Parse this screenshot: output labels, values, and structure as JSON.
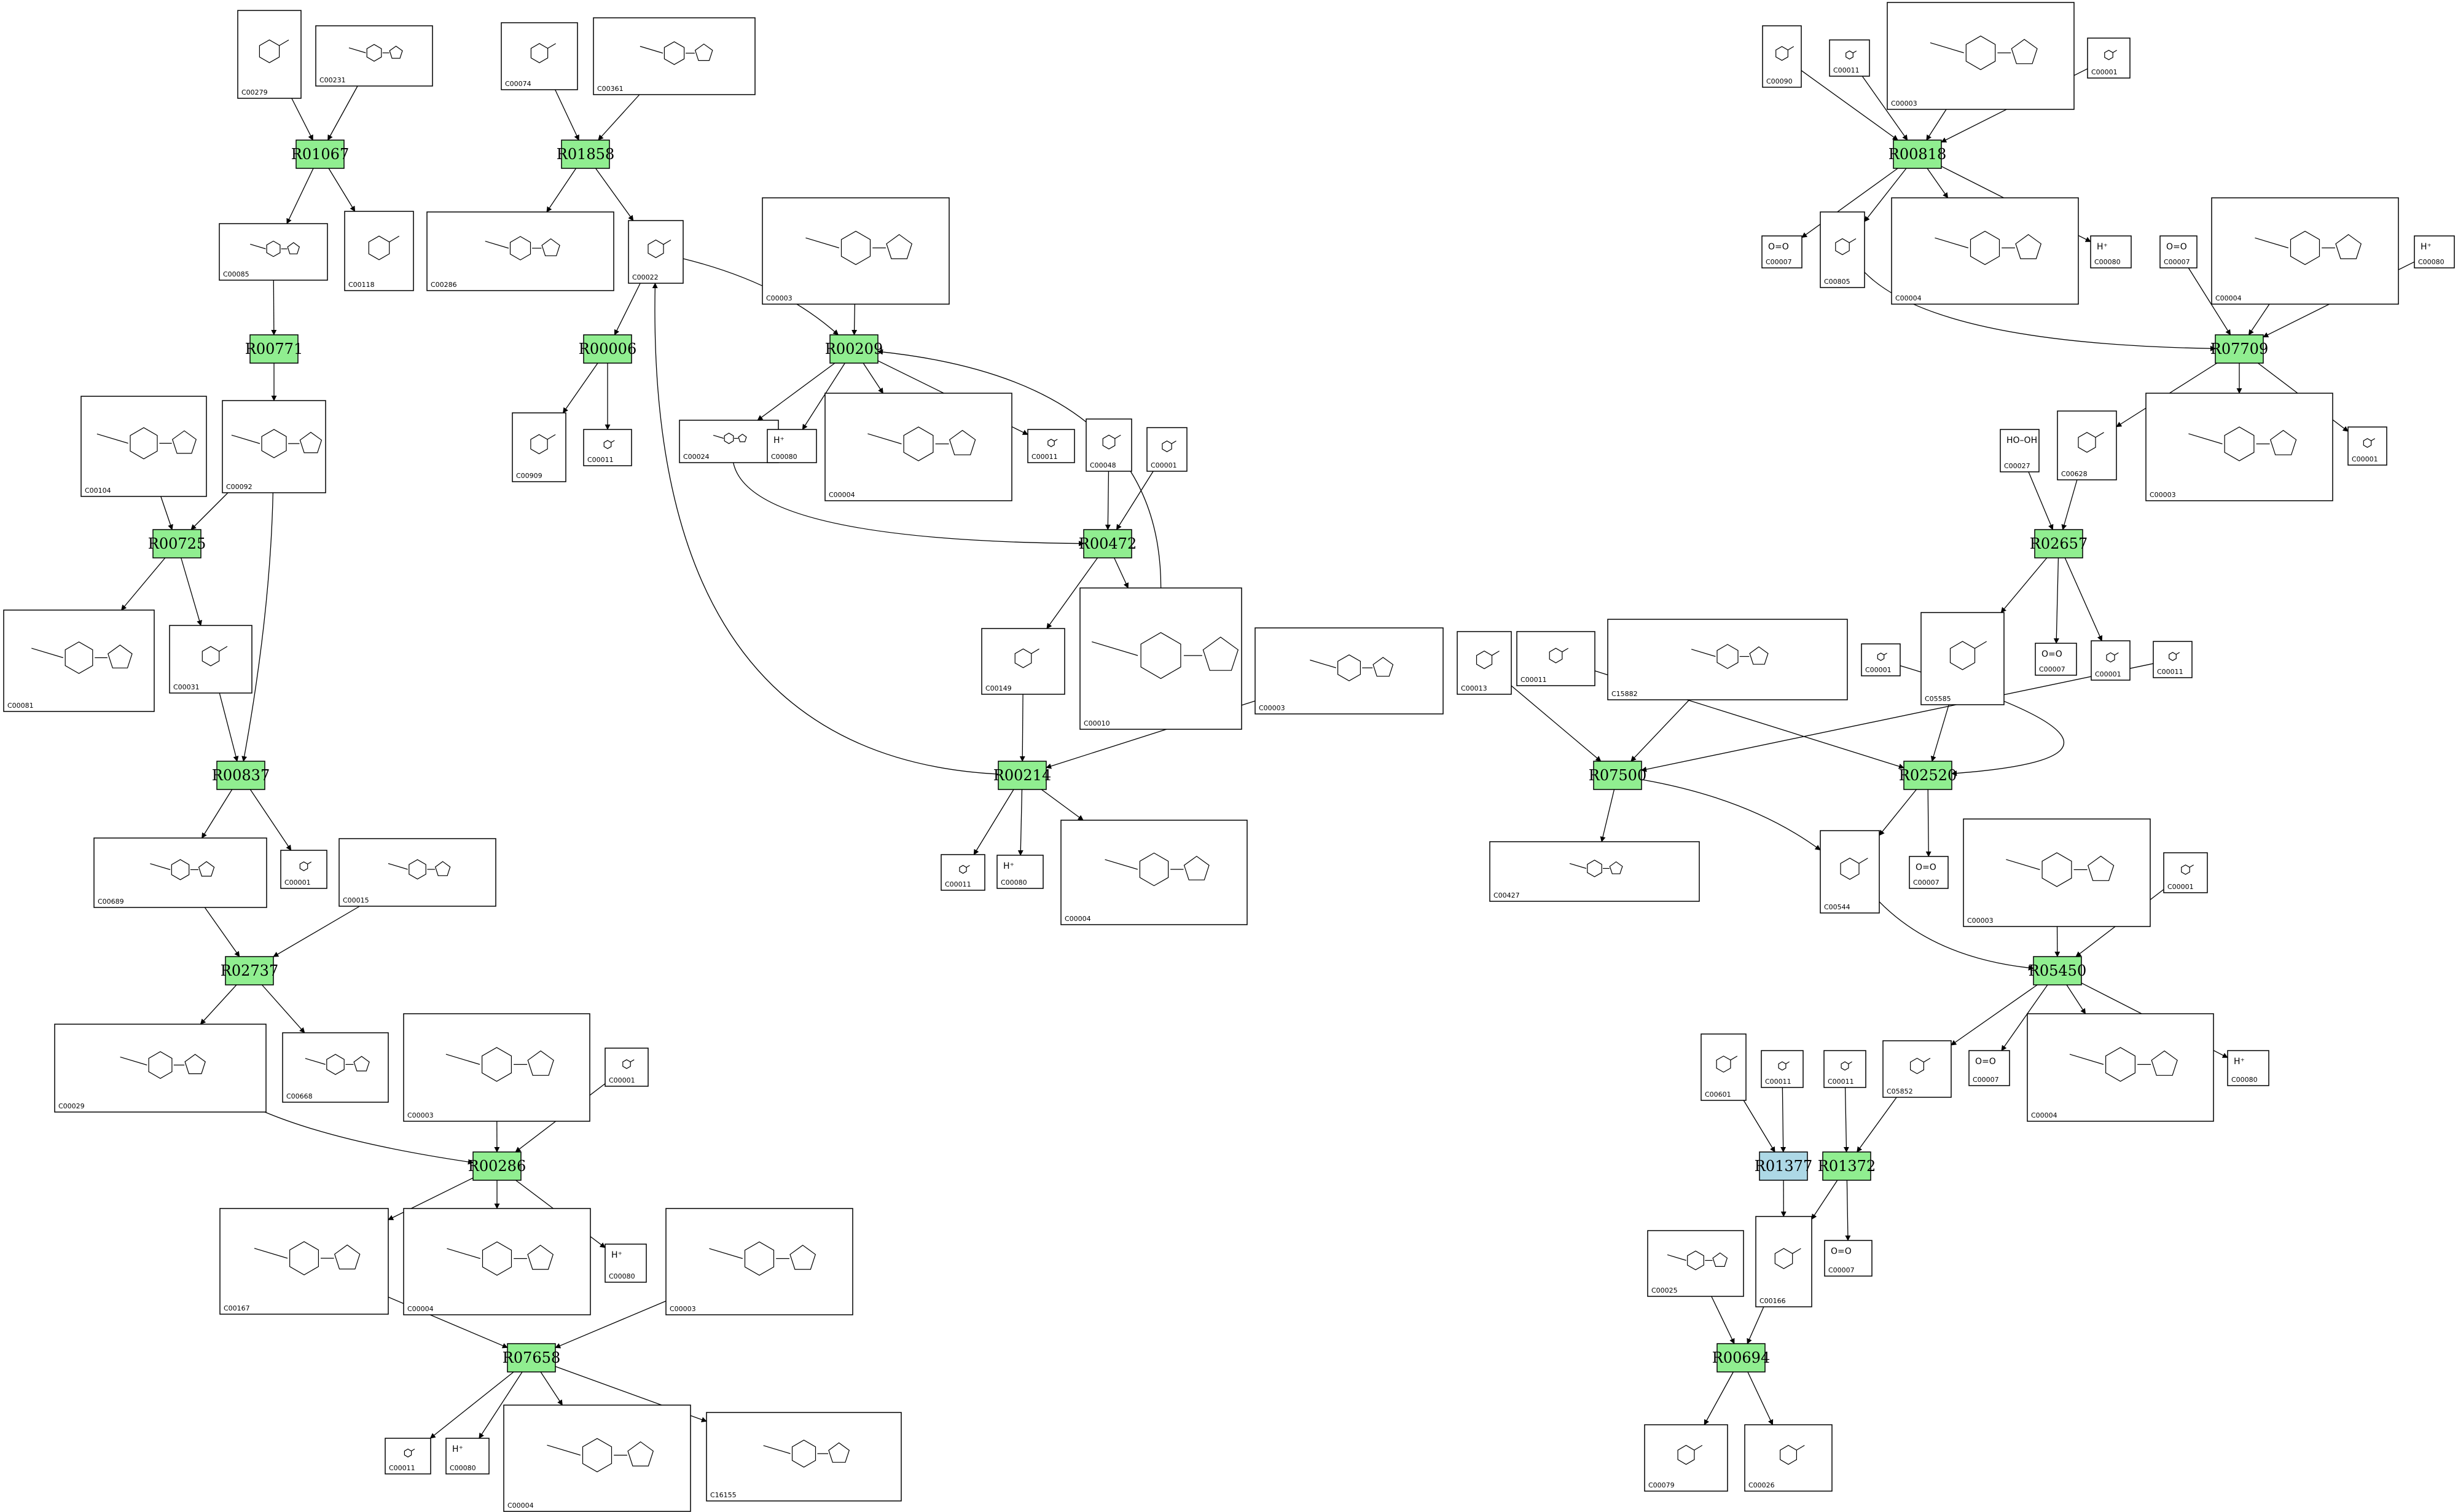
{
  "colors": {
    "reaction_fill": "#90ee90",
    "highlight_reaction_fill": "#add8e6",
    "stroke": "#000000",
    "background": "#ffffff"
  },
  "reactions": [
    {
      "id": "R01067",
      "label": "R01067"
    },
    {
      "id": "R01858",
      "label": "R01858"
    },
    {
      "id": "R00771",
      "label": "R00771"
    },
    {
      "id": "R00006",
      "label": "R00006"
    },
    {
      "id": "R00209",
      "label": "R00209"
    },
    {
      "id": "R00725",
      "label": "R00725"
    },
    {
      "id": "R00472",
      "label": "R00472"
    },
    {
      "id": "R00837",
      "label": "R00837"
    },
    {
      "id": "R00214",
      "label": "R00214"
    },
    {
      "id": "R02737",
      "label": "R02737"
    },
    {
      "id": "R00286",
      "label": "R00286"
    },
    {
      "id": "R07658",
      "label": "R07658"
    },
    {
      "id": "R00818",
      "label": "R00818"
    },
    {
      "id": "R07709",
      "label": "R07709"
    },
    {
      "id": "R02657",
      "label": "R02657"
    },
    {
      "id": "R07500",
      "label": "R07500"
    },
    {
      "id": "R02520",
      "label": "R02520"
    },
    {
      "id": "R05450",
      "label": "R05450"
    },
    {
      "id": "R01377",
      "label": "R01377"
    },
    {
      "id": "R01372",
      "label": "R01372"
    },
    {
      "id": "R00694",
      "label": "R00694"
    }
  ],
  "compounds": [
    {
      "key": "c00279",
      "code": "C00279",
      "formula": ""
    },
    {
      "key": "c00231",
      "code": "C00231",
      "formula": ""
    },
    {
      "key": "c00074",
      "code": "C00074",
      "formula": ""
    },
    {
      "key": "c00361",
      "code": "C00361",
      "formula": ""
    },
    {
      "key": "c00085",
      "code": "C00085",
      "formula": ""
    },
    {
      "key": "c00118",
      "code": "C00118",
      "formula": ""
    },
    {
      "key": "c00286",
      "code": "C00286",
      "formula": ""
    },
    {
      "key": "c00022",
      "code": "C00022",
      "formula": ""
    },
    {
      "key": "c00003_a",
      "code": "C00003",
      "formula": ""
    },
    {
      "key": "c00104",
      "code": "C00104",
      "formula": ""
    },
    {
      "key": "c00092",
      "code": "C00092",
      "formula": ""
    },
    {
      "key": "c00909",
      "code": "C00909",
      "formula": ""
    },
    {
      "key": "c00011_a",
      "code": "C00011",
      "formula": ""
    },
    {
      "key": "c00024",
      "code": "C00024",
      "formula": ""
    },
    {
      "key": "c00080_a",
      "code": "C00080",
      "formula": "H⁺"
    },
    {
      "key": "c00004_a",
      "code": "C00004",
      "formula": ""
    },
    {
      "key": "c00011_b",
      "code": "C00011",
      "formula": ""
    },
    {
      "key": "c00048",
      "code": "C00048",
      "formula": ""
    },
    {
      "key": "c00001_a",
      "code": "C00001",
      "formula": ""
    },
    {
      "key": "c00081",
      "code": "C00081",
      "formula": ""
    },
    {
      "key": "c00031",
      "code": "C00031",
      "formula": ""
    },
    {
      "key": "c00149",
      "code": "C00149",
      "formula": ""
    },
    {
      "key": "c00010",
      "code": "C00010",
      "formula": ""
    },
    {
      "key": "c00003_b",
      "code": "C00003",
      "formula": ""
    },
    {
      "key": "c00689",
      "code": "C00689",
      "formula": ""
    },
    {
      "key": "c00001_b",
      "code": "C00001",
      "formula": ""
    },
    {
      "key": "c00015",
      "code": "C00015",
      "formula": ""
    },
    {
      "key": "c00011_c",
      "code": "C00011",
      "formula": ""
    },
    {
      "key": "c00080_b",
      "code": "C00080",
      "formula": "H⁺"
    },
    {
      "key": "c00004_b",
      "code": "C00004",
      "formula": ""
    },
    {
      "key": "c00029",
      "code": "C00029",
      "formula": ""
    },
    {
      "key": "c00668",
      "code": "C00668",
      "formula": ""
    },
    {
      "key": "c00003_c",
      "code": "C00003",
      "formula": ""
    },
    {
      "key": "c00001_c",
      "code": "C00001",
      "formula": ""
    },
    {
      "key": "c00167",
      "code": "C00167",
      "formula": ""
    },
    {
      "key": "c00004_c",
      "code": "C00004",
      "formula": ""
    },
    {
      "key": "c00080_c",
      "code": "C00080",
      "formula": "H⁺"
    },
    {
      "key": "c00003_d",
      "code": "C00003",
      "formula": ""
    },
    {
      "key": "c00011_d",
      "code": "C00011",
      "formula": ""
    },
    {
      "key": "c00080_d",
      "code": "C00080",
      "formula": "H⁺"
    },
    {
      "key": "c00004_d",
      "code": "C00004",
      "formula": ""
    },
    {
      "key": "c16155",
      "code": "C16155",
      "formula": ""
    },
    {
      "key": "c00090",
      "code": "C00090",
      "formula": ""
    },
    {
      "key": "c00011_e",
      "code": "C00011",
      "formula": ""
    },
    {
      "key": "c00003_e",
      "code": "C00003",
      "formula": ""
    },
    {
      "key": "c00001_d",
      "code": "C00001",
      "formula": ""
    },
    {
      "key": "c00007_a",
      "code": "C00007",
      "formula": "O=O"
    },
    {
      "key": "c00805",
      "code": "C00805",
      "formula": ""
    },
    {
      "key": "c00004_e",
      "code": "C00004",
      "formula": ""
    },
    {
      "key": "c00080_e",
      "code": "C00080",
      "formula": "H⁺"
    },
    {
      "key": "c00007_b",
      "code": "C00007",
      "formula": "O=O"
    },
    {
      "key": "c00004_f",
      "code": "C00004",
      "formula": ""
    },
    {
      "key": "c00080_f",
      "code": "C00080",
      "formula": "H⁺"
    },
    {
      "key": "c00027",
      "code": "C00027",
      "formula": "HO–OH"
    },
    {
      "key": "c00628",
      "code": "C00628",
      "formula": ""
    },
    {
      "key": "c00003_f",
      "code": "C00003",
      "formula": ""
    },
    {
      "key": "c00001_e",
      "code": "C00001",
      "formula": ""
    },
    {
      "key": "c05585",
      "code": "C05585",
      "formula": ""
    },
    {
      "key": "c00007_c",
      "code": "C00007",
      "formula": "O=O"
    },
    {
      "key": "c00001_f",
      "code": "C00001",
      "formula": ""
    },
    {
      "key": "c00011_f",
      "code": "C00011",
      "formula": ""
    },
    {
      "key": "c00013",
      "code": "C00013",
      "formula": ""
    },
    {
      "key": "c15882",
      "code": "C15882",
      "formula": ""
    },
    {
      "key": "c00011_g",
      "code": "C00011",
      "formula": ""
    },
    {
      "key": "c00001_g",
      "code": "C00001",
      "formula": ""
    },
    {
      "key": "c00427",
      "code": "C00427",
      "formula": ""
    },
    {
      "key": "c00544",
      "code": "C00544",
      "formula": ""
    },
    {
      "key": "c00007_d",
      "code": "C00007",
      "formula": "O=O"
    },
    {
      "key": "c00003_g",
      "code": "C00003",
      "formula": ""
    },
    {
      "key": "c00001_h",
      "code": "C00001",
      "formula": ""
    },
    {
      "key": "c05852",
      "code": "C05852",
      "formula": ""
    },
    {
      "key": "c00007_e",
      "code": "C00007",
      "formula": "O=O"
    },
    {
      "key": "c00004_g",
      "code": "C00004",
      "formula": ""
    },
    {
      "key": "c00080_g",
      "code": "C00080",
      "formula": "H⁺"
    },
    {
      "key": "c00601",
      "code": "C00601",
      "formula": ""
    },
    {
      "key": "c00011_h",
      "code": "C00011",
      "formula": ""
    },
    {
      "key": "c00011_i",
      "code": "C00011",
      "formula": ""
    },
    {
      "key": "c00166",
      "code": "C00166",
      "formula": ""
    },
    {
      "key": "c00007_f",
      "code": "C00007",
      "formula": "O=O"
    },
    {
      "key": "c00025",
      "code": "C00025",
      "formula": ""
    },
    {
      "key": "c00079",
      "code": "C00079",
      "formula": ""
    },
    {
      "key": "c00026",
      "code": "C00026",
      "formula": ""
    }
  ]
}
